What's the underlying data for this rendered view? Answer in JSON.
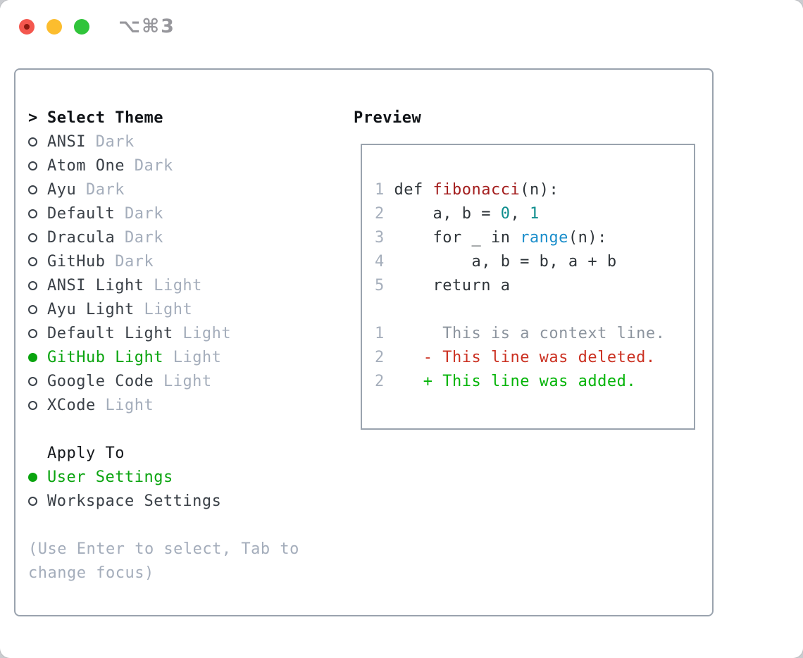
{
  "window": {
    "title": "⌥⌘3",
    "traffic_lights": [
      "close",
      "minimize",
      "zoom"
    ]
  },
  "theme_menu": {
    "prompt": ">",
    "heading": "Select Theme",
    "items": [
      {
        "name": "ANSI",
        "variant": "Dark",
        "selected": false
      },
      {
        "name": "Atom One",
        "variant": "Dark",
        "selected": false
      },
      {
        "name": "Ayu",
        "variant": "Dark",
        "selected": false
      },
      {
        "name": "Default",
        "variant": "Dark",
        "selected": false
      },
      {
        "name": "Dracula",
        "variant": "Dark",
        "selected": false
      },
      {
        "name": "GitHub",
        "variant": "Dark",
        "selected": false
      },
      {
        "name": "ANSI Light",
        "variant": "Light",
        "selected": false
      },
      {
        "name": "Ayu Light",
        "variant": "Light",
        "selected": false
      },
      {
        "name": "Default Light",
        "variant": "Light",
        "selected": false
      },
      {
        "name": "GitHub Light",
        "variant": "Light",
        "selected": true
      },
      {
        "name": "Google Code",
        "variant": "Light",
        "selected": false
      },
      {
        "name": "XCode",
        "variant": "Light",
        "selected": false
      }
    ]
  },
  "apply_to": {
    "heading": "Apply To",
    "options": [
      {
        "label": "User Settings",
        "selected": true
      },
      {
        "label": "Workspace Settings",
        "selected": false
      }
    ]
  },
  "help_text": [
    "(Use Enter to select, Tab to",
    "change focus)"
  ],
  "preview": {
    "heading": "Preview",
    "code_lines": [
      {
        "num": "1",
        "segments": [
          {
            "t": "def ",
            "c": "plain"
          },
          {
            "t": "fibonacci",
            "c": "func"
          },
          {
            "t": "(n):",
            "c": "plain"
          }
        ]
      },
      {
        "num": "2",
        "segments": [
          {
            "t": "    a, b = ",
            "c": "plain"
          },
          {
            "t": "0",
            "c": "numlit"
          },
          {
            "t": ", ",
            "c": "plain"
          },
          {
            "t": "1",
            "c": "numlit"
          }
        ]
      },
      {
        "num": "3",
        "segments": [
          {
            "t": "    for _ in ",
            "c": "plain"
          },
          {
            "t": "range",
            "c": "builtin"
          },
          {
            "t": "(n):",
            "c": "plain"
          }
        ]
      },
      {
        "num": "4",
        "segments": [
          {
            "t": "        a, b = b, a + b",
            "c": "plain"
          }
        ]
      },
      {
        "num": "5",
        "segments": [
          {
            "t": "    return a",
            "c": "plain"
          }
        ]
      }
    ],
    "diff_lines": [
      {
        "num": "1",
        "sign": " ",
        "text": "This is a context line.",
        "type": "ctx"
      },
      {
        "num": "2",
        "sign": "-",
        "text": "This line was deleted.",
        "type": "del"
      },
      {
        "num": "2",
        "sign": "+",
        "text": "This line was added.",
        "type": "add"
      }
    ]
  },
  "colors": {
    "accent_green": "#0aa40f",
    "added_green": "#04b408",
    "deleted_red": "#cb3122",
    "function_red": "#a31d1d",
    "number_teal": "#0d8d8d",
    "builtin_blue": "#1b8ecb",
    "muted_gray": "#a4adbb",
    "border_gray": "#9aa3ae",
    "traffic_red": "#f4574e",
    "traffic_yellow": "#fcbd2e",
    "traffic_green": "#30c43a"
  }
}
